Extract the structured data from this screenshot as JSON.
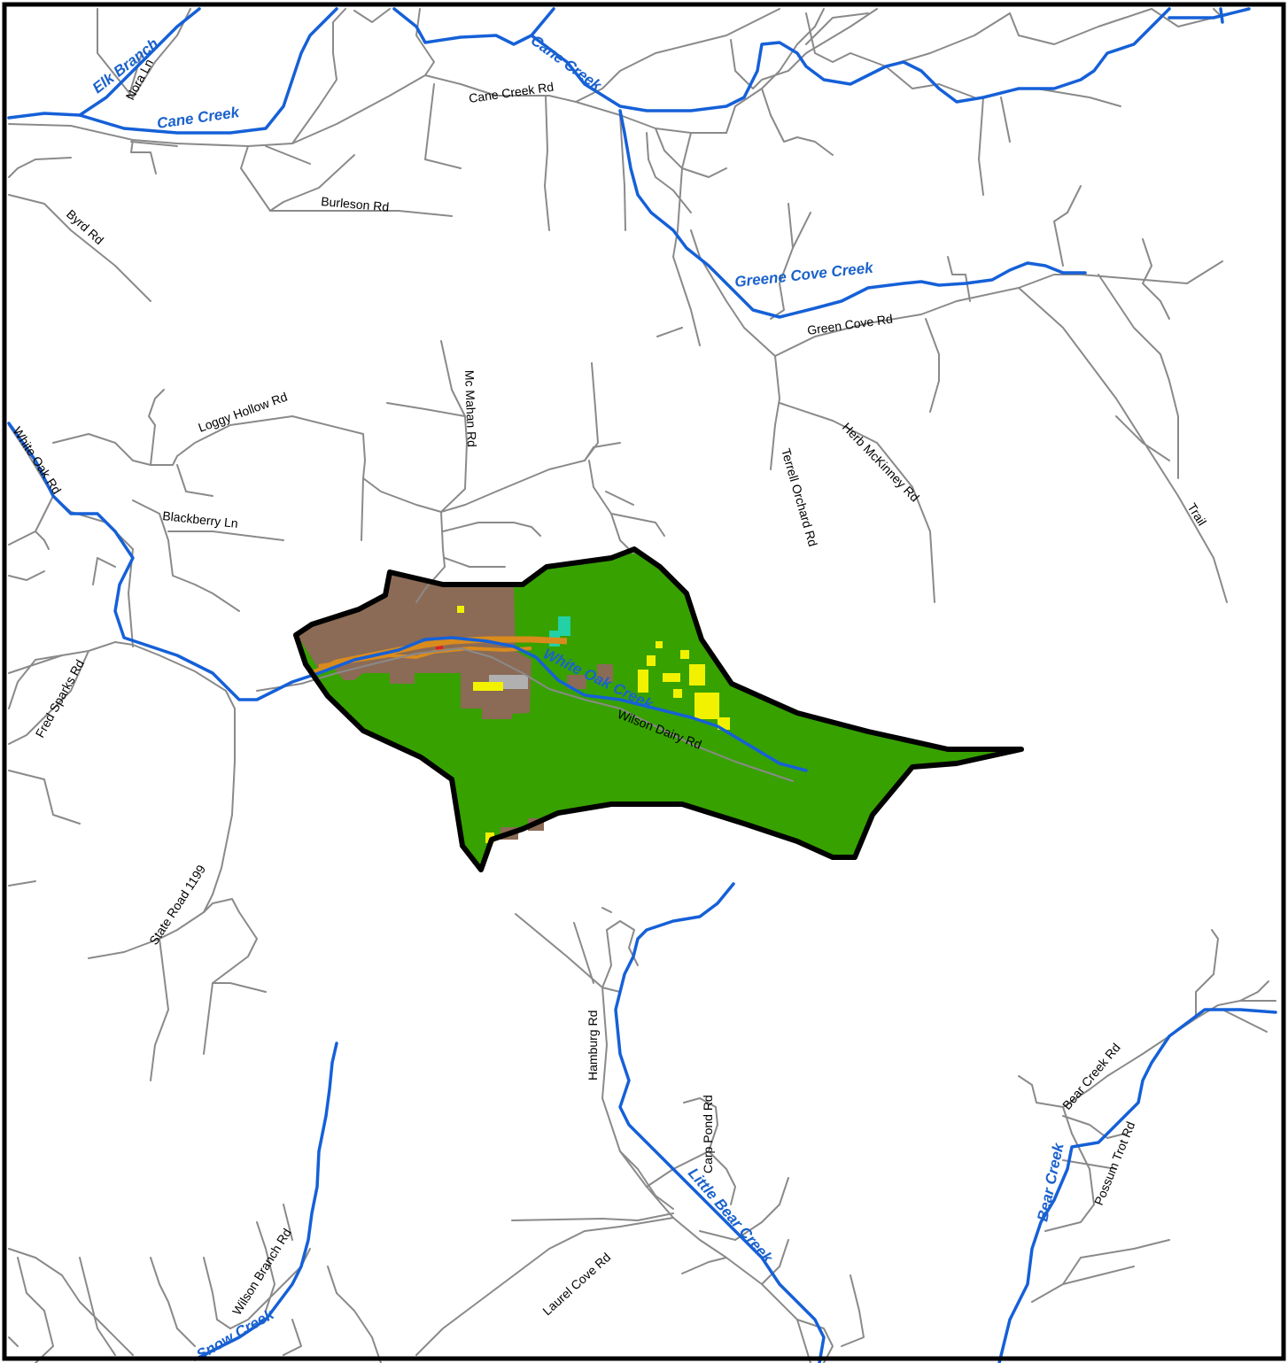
{
  "colors": {
    "background": "#ffffff",
    "frame": "#000000",
    "road": "#8a8a8a",
    "stream": "#1560d8",
    "stream_label": "#1a62cc",
    "watershed_boundary": "#000000",
    "land_cover_forest": "#37a100",
    "land_cover_pasture": "#8b6b55",
    "land_cover_developed": "#f2f200",
    "land_cover_wetland": "#22d1a6",
    "land_cover_barren": "#b0b0b0",
    "land_cover_road_corridor": "#d98b1c",
    "land_cover_highlight": "#e02020"
  },
  "map": {
    "stream_labels": {
      "elk_branch": "Elk Branch",
      "cane_creek_west": "Cane Creek",
      "cane_creek_east": "Cane Creek",
      "greene_cove_creek": "Greene Cove Creek",
      "white_oak_creek": "White Oak Creek",
      "little_bear_creek": "Little Bear Creek",
      "bear_creek": "Bear Creek",
      "snow_creek": "Snow Creek"
    },
    "road_labels": {
      "nora_ln": "Nora Ln",
      "cane_creek_rd": "Cane Creek Rd",
      "burleson_rd": "Burleson Rd",
      "byrd_rd": "Byrd Rd",
      "green_cove_rd": "Green Cove Rd",
      "mc_mahan_rd": "Mc Mahan Rd",
      "loggy_hollow_rd": "Loggy Hollow Rd",
      "white_oak_rd": "White Oak Rd",
      "blackberry_ln": "Blackberry Ln",
      "terrell_orchard_rd": "Terrell Orchard Rd",
      "herb_mckinney_rd": "Herb McKinney Rd",
      "trail": "Trail",
      "fred_sparks_rd": "Fred Sparks Rd",
      "wilson_dairy_rd": "Wilson Dairy Rd",
      "state_road_1199": "State Road 1199",
      "hamburg_rd": "Hamburg Rd",
      "carp_pond_rd": "Carp Pond Rd",
      "laurel_cove_rd": "Laurel Cove Rd",
      "wilson_branch_rd": "Wilson Branch Rd",
      "bear_creek_rd": "Bear Creek Rd",
      "possum_trot_rd": "Possum Trot Rd"
    }
  }
}
